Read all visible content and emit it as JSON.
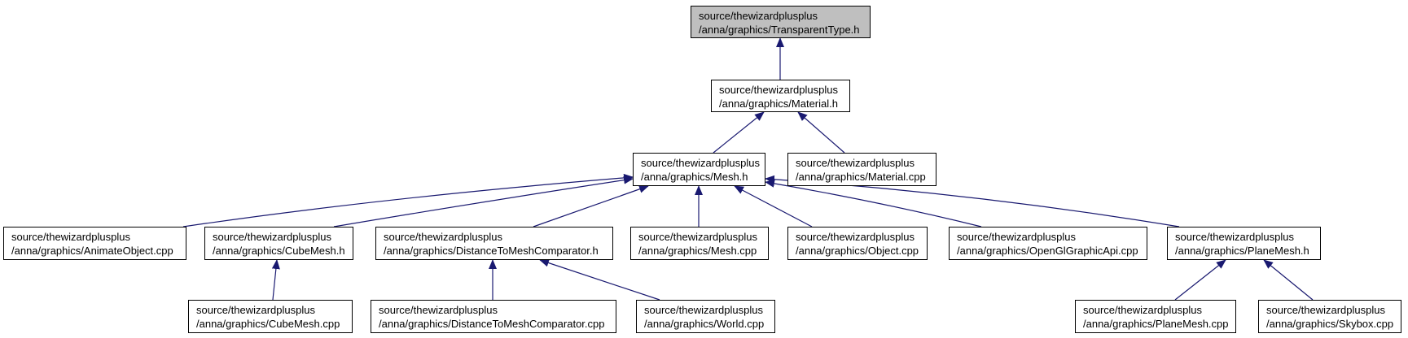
{
  "colors": {
    "edge": "#191970",
    "root_fill": "#bfbfbf",
    "node_fill": "#ffffff",
    "border": "#000000"
  },
  "nodes": {
    "transparent_type": {
      "line1": "source/thewizardplusplus",
      "line2": "/anna/graphics/TransparentType.h"
    },
    "material_h": {
      "line1": "source/thewizardplusplus",
      "line2": "/anna/graphics/Material.h"
    },
    "mesh_h": {
      "line1": "source/thewizardplusplus",
      "line2": "/anna/graphics/Mesh.h"
    },
    "material_cpp": {
      "line1": "source/thewizardplusplus",
      "line2": "/anna/graphics/Material.cpp"
    },
    "animate_object_cpp": {
      "line1": "source/thewizardplusplus",
      "line2": "/anna/graphics/AnimateObject.cpp"
    },
    "cube_mesh_h": {
      "line1": "source/thewizardplusplus",
      "line2": "/anna/graphics/CubeMesh.h"
    },
    "distance_comparator_h": {
      "line1": "source/thewizardplusplus",
      "line2": "/anna/graphics/DistanceToMeshComparator.h"
    },
    "mesh_cpp": {
      "line1": "source/thewizardplusplus",
      "line2": "/anna/graphics/Mesh.cpp"
    },
    "object_cpp": {
      "line1": "source/thewizardplusplus",
      "line2": "/anna/graphics/Object.cpp"
    },
    "opengl_api_cpp": {
      "line1": "source/thewizardplusplus",
      "line2": "/anna/graphics/OpenGlGraphicApi.cpp"
    },
    "plane_mesh_h": {
      "line1": "source/thewizardplusplus",
      "line2": "/anna/graphics/PlaneMesh.h"
    },
    "cube_mesh_cpp": {
      "line1": "source/thewizardplusplus",
      "line2": "/anna/graphics/CubeMesh.cpp"
    },
    "distance_comparator_cpp": {
      "line1": "source/thewizardplusplus",
      "line2": "/anna/graphics/DistanceToMeshComparator.cpp"
    },
    "world_cpp": {
      "line1": "source/thewizardplusplus",
      "line2": "/anna/graphics/World.cpp"
    },
    "plane_mesh_cpp": {
      "line1": "source/thewizardplusplus",
      "line2": "/anna/graphics/PlaneMesh.cpp"
    },
    "skybox_cpp": {
      "line1": "source/thewizardplusplus",
      "line2": "/anna/graphics/Skybox.cpp"
    }
  }
}
